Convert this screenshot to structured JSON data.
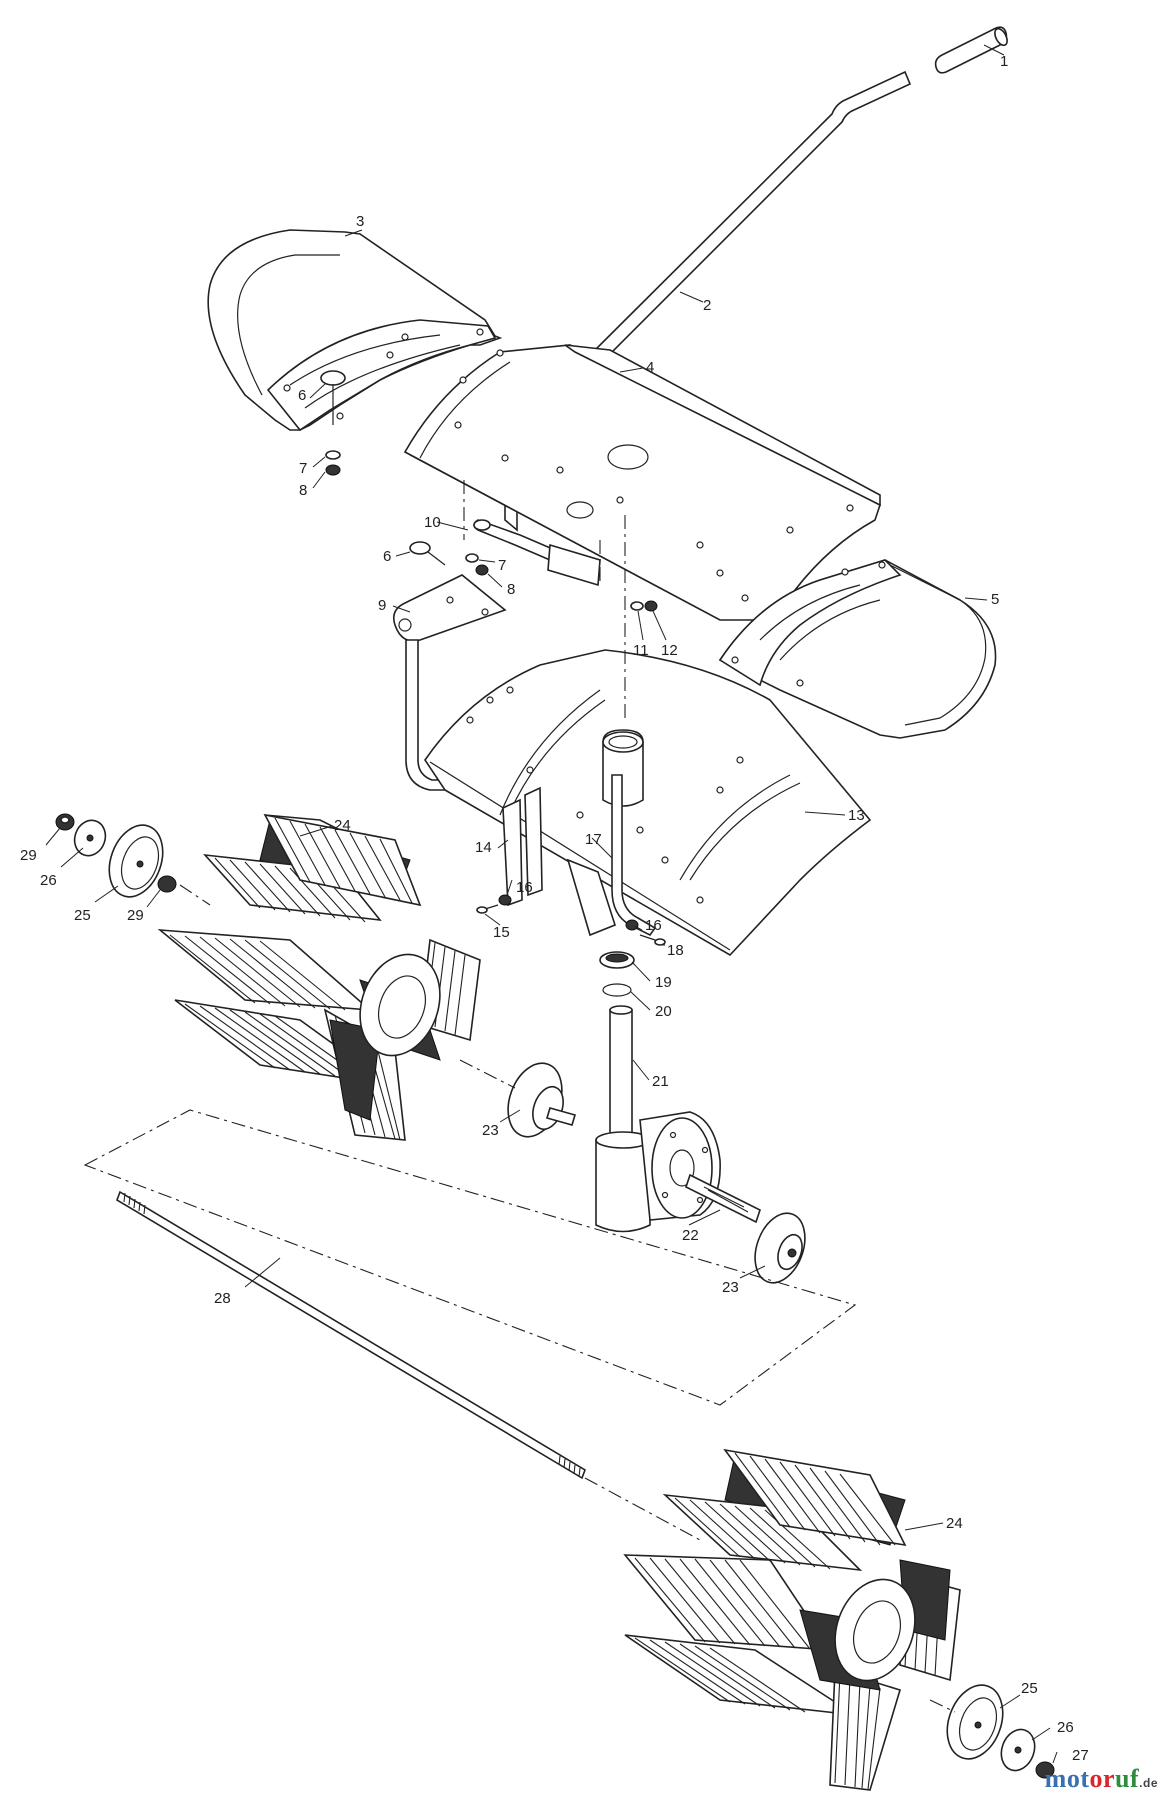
{
  "diagram": {
    "labels": [
      {
        "id": "p1",
        "text": "1"
      },
      {
        "id": "p2",
        "text": "2"
      },
      {
        "id": "p3",
        "text": "3"
      },
      {
        "id": "p4",
        "text": "4"
      },
      {
        "id": "p5",
        "text": "5"
      },
      {
        "id": "p6a",
        "text": "6"
      },
      {
        "id": "p7a",
        "text": "7"
      },
      {
        "id": "p8a",
        "text": "8"
      },
      {
        "id": "p10",
        "text": "10"
      },
      {
        "id": "p6b",
        "text": "6"
      },
      {
        "id": "p7b",
        "text": "7"
      },
      {
        "id": "p8b",
        "text": "8"
      },
      {
        "id": "p9",
        "text": "9"
      },
      {
        "id": "p11",
        "text": "11"
      },
      {
        "id": "p12",
        "text": "12"
      },
      {
        "id": "p13",
        "text": "13"
      },
      {
        "id": "p14",
        "text": "14"
      },
      {
        "id": "p17",
        "text": "17"
      },
      {
        "id": "p16a",
        "text": "16"
      },
      {
        "id": "p15",
        "text": "15"
      },
      {
        "id": "p16b",
        "text": "16"
      },
      {
        "id": "p18",
        "text": "18"
      },
      {
        "id": "p19",
        "text": "19"
      },
      {
        "id": "p20",
        "text": "20"
      },
      {
        "id": "p21",
        "text": "21"
      },
      {
        "id": "p22",
        "text": "22"
      },
      {
        "id": "p23a",
        "text": "23"
      },
      {
        "id": "p23b",
        "text": "23"
      },
      {
        "id": "p24a",
        "text": "24"
      },
      {
        "id": "p29a",
        "text": "29"
      },
      {
        "id": "p26a",
        "text": "26"
      },
      {
        "id": "p25a",
        "text": "25"
      },
      {
        "id": "p29b",
        "text": "29"
      },
      {
        "id": "p28",
        "text": "28"
      },
      {
        "id": "p24b",
        "text": "24"
      },
      {
        "id": "p25b",
        "text": "25"
      },
      {
        "id": "p26b",
        "text": "26"
      },
      {
        "id": "p27",
        "text": "27"
      }
    ]
  },
  "watermark": {
    "part1": "mot",
    "part2": "or",
    "part3": "uf",
    "suffix": ".de"
  }
}
